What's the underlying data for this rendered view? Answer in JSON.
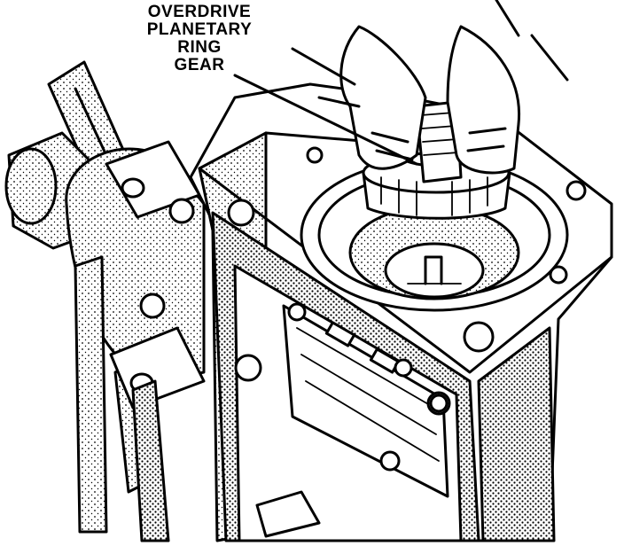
{
  "callout": {
    "lines": [
      "OVERDRIVE",
      "PLANETARY",
      "RING",
      "GEAR"
    ]
  }
}
